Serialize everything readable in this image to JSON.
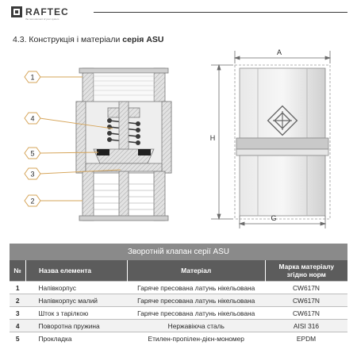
{
  "brand": {
    "name": "RAFTEC",
    "tagline": "the new element of your system"
  },
  "section": {
    "title_prefix": "4.3. Конструкція і матеріали ",
    "title_bold": "серія ASU"
  },
  "callouts": [
    "1",
    "4",
    "5",
    "3",
    "2"
  ],
  "dimensions": {
    "a": "A",
    "h": "H",
    "g": "G"
  },
  "table": {
    "caption": "Зворотній клапан серії ASU",
    "headers": {
      "num": "№",
      "name": "Назва елемента",
      "material": "Матеріал",
      "grade": "Марка матеріалу згідно норм"
    },
    "rows": [
      {
        "num": "1",
        "name": "Напівкорпус",
        "material": "Гаряче пресована латунь нікельована",
        "grade": "CW617N"
      },
      {
        "num": "2",
        "name": "Напівкорпус малий",
        "material": "Гаряче пресована латунь нікельована",
        "grade": "CW617N"
      },
      {
        "num": "3",
        "name": "Шток з тарілкою",
        "material": "Гаряче пресована латунь нікельована",
        "grade": "CW617N"
      },
      {
        "num": "4",
        "name": "Поворотна пружина",
        "material": "Нержавіюча сталь",
        "grade": "AISI 316"
      },
      {
        "num": "5",
        "name": "Прокладка",
        "material": "Етилен-пропілен-дієн-мономер",
        "grade": "EPDM"
      }
    ]
  },
  "colors": {
    "metal": "#d9d9d9",
    "metal_dark": "#9a9a9a",
    "gasket": "#1f1f1f",
    "callout_line": "#d6a55a",
    "table_header": "#5c5c5c",
    "table_caption": "#8a8a8a"
  }
}
